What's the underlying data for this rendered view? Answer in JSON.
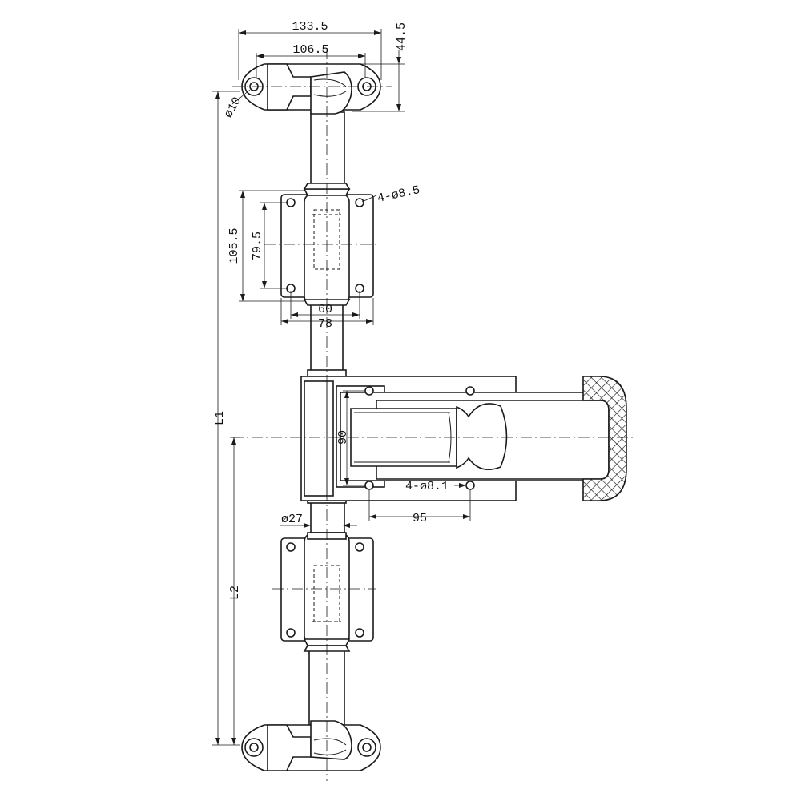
{
  "dimensions": {
    "top_outer_width": "133.5",
    "top_inner_width": "106.5",
    "top_height": "44.5",
    "pivot_hole_dia": "ø10",
    "bracket_holes": "4-ø8.5",
    "bracket_height_outer": "105.5",
    "bracket_height_inner": "79.5",
    "bracket_width_inner": "60",
    "bracket_width_outer": "78",
    "overall_length": "L1",
    "handle_height": "90",
    "handle_holes": "4-ø8.1",
    "handle_hole_spacing": "95",
    "rod_dia": "ø27",
    "lower_length": "L2"
  },
  "colors": {
    "line": "#1a1a1a",
    "background": "#ffffff"
  }
}
